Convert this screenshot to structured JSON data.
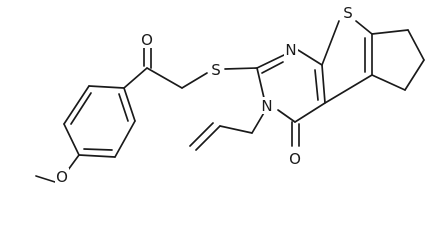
{
  "atom_labels": {
    "o_ketone": "O",
    "s_thioether": "S",
    "n_ring_upper": "N",
    "s_thiophene": "S",
    "n_ring_lower": "N",
    "o_lactam": "O",
    "o_methoxy": "O"
  }
}
